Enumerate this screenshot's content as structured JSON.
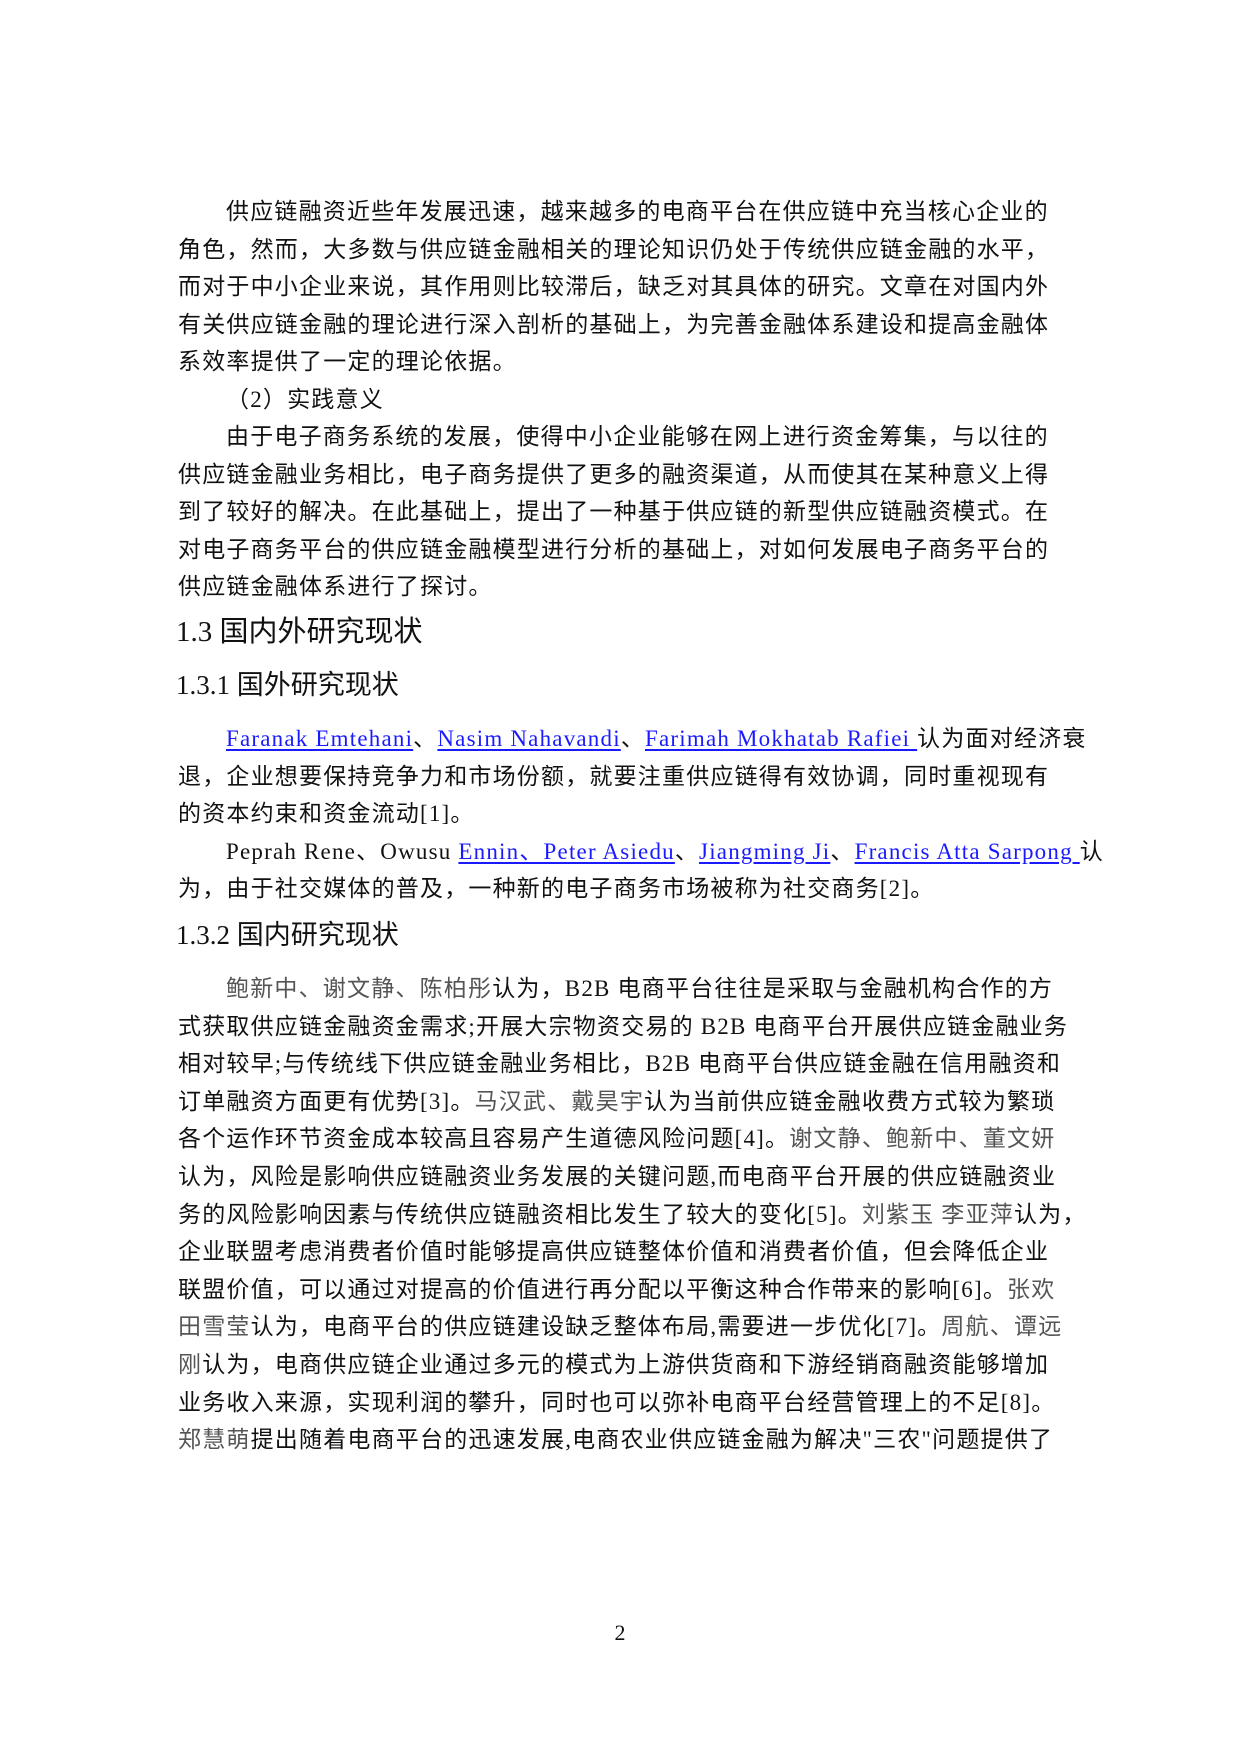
{
  "page": {
    "number": "2",
    "colors": {
      "text": "#111111",
      "link": "#1a1aff",
      "author_gray": "#555555",
      "background": "#ffffff"
    }
  },
  "significance": {
    "theory_para": [
      "供应链融资近些年发展迅速，越来越多的电商平台在供应链中充当核心企业的",
      "角色，然而，大多数与供应链金融相关的理论知识仍处于传统供应链金融的水平，",
      "而对于中小企业来说，其作用则比较滞后，缺乏对其具体的研究。文章在对国内外",
      "有关供应链金融的理论进行深入剖析的基础上，为完善金融体系建设和提高金融体",
      "系效率提供了一定的理论依据。"
    ],
    "practice_heading": "（2）实践意义",
    "practice_para": [
      "由于电子商务系统的发展，使得中小企业能够在网上进行资金筹集，与以往的",
      "供应链金融业务相比，电子商务提供了更多的融资渠道，从而使其在某种意义上得",
      "到了较好的解决。在此基础上，提出了一种基于供应链的新型供应链融资模式。在",
      "对电子商务平台的供应链金融模型进行分析的基础上，对如何发展电子商务平台的",
      "供应链金融体系进行了探讨。"
    ]
  },
  "section_1_3": {
    "title": "1.3 国内外研究现状",
    "foreign": {
      "title": "1.3.1 国外研究现状",
      "para1": {
        "authors": [
          "Faranak Emtehani",
          "Nasim Nahavandi",
          "Farimah Mokhatab Rafiei "
        ],
        "sep": "、",
        "line1_tail": "认为面对经济衰",
        "line2": "退，企业想要保持竞争力和市场份额，就要注重供应链得有效协调，同时重视现有",
        "line3": "的资本约束和资金流动[1]。"
      },
      "para2": {
        "plain_prefix": "Peprah Rene、Owusu ",
        "authors": [
          "Ennin、Peter Asiedu",
          "Jiangming Ji",
          "Francis Atta Sarpong "
        ],
        "sep": "、",
        "line1_tail": "认",
        "line2": "为，由于社交媒体的普及，一种新的电子商务市场被称为社交商务[2]。"
      }
    },
    "domestic": {
      "title": "1.3.2 国内研究现状",
      "lines": [
        {
          "parts": [
            {
              "t": "鲍新中、谢文静、陈柏彤",
              "gray": true
            },
            {
              "t": "认为，B2B 电商平台往往是采取与金融机构合作的方"
            }
          ]
        },
        {
          "parts": [
            {
              "t": "式获取供应链金融资金需求;开展大宗物资交易的 B2B 电商平台开展供应链金融业务"
            }
          ]
        },
        {
          "parts": [
            {
              "t": "相对较早;与传统线下供应链金融业务相比，B2B 电商平台供应链金融在信用融资和"
            }
          ]
        },
        {
          "parts": [
            {
              "t": "订单融资方面更有优势[3]。"
            },
            {
              "t": "马汉武、戴昊宇",
              "gray": true
            },
            {
              "t": "认为当前供应链金融收费方式较为繁琐"
            }
          ]
        },
        {
          "parts": [
            {
              "t": "各个运作环节资金成本较高且容易产生道德风险问题[4]。"
            },
            {
              "t": "谢文静、鲍新中、董文妍",
              "gray": true
            }
          ]
        },
        {
          "parts": [
            {
              "t": "认为，风险是影响供应链融资业务发展的关键问题,而电商平台开展的供应链融资业"
            }
          ]
        },
        {
          "parts": [
            {
              "t": "务的风险影响因素与传统供应链融资相比发生了较大的变化[5]。"
            },
            {
              "t": "刘紫玉 李亚萍",
              "gray": true
            },
            {
              "t": "认为，"
            }
          ]
        },
        {
          "parts": [
            {
              "t": "企业联盟考虑消费者价值时能够提高供应链整体价值和消费者价值，但会降低企业"
            }
          ]
        },
        {
          "parts": [
            {
              "t": "联盟价值，可以通过对提高的价值进行再分配以平衡这种合作带来的影响[6]。"
            },
            {
              "t": "张欢",
              "gray": true
            }
          ]
        },
        {
          "parts": [
            {
              "t": "田雪莹",
              "gray": true
            },
            {
              "t": "认为，电商平台的供应链建设缺乏整体布局,需要进一步优化[7]。"
            },
            {
              "t": "周航、谭远",
              "gray": true
            }
          ]
        },
        {
          "parts": [
            {
              "t": "刚",
              "gray": true
            },
            {
              "t": "认为，电商供应链企业通过多元的模式为上游供货商和下游经销商融资能够增加"
            }
          ]
        },
        {
          "parts": [
            {
              "t": "业务收入来源，实现利润的攀升，同时也可以弥补电商平台经营管理上的不足[8]。"
            }
          ]
        },
        {
          "parts": [
            {
              "t": "郑慧萌",
              "gray": true
            },
            {
              "t": "提出随着电商平台的迅速发展,电商农业供应链金融为解决\"三农\"问题提供了"
            }
          ]
        }
      ]
    }
  }
}
